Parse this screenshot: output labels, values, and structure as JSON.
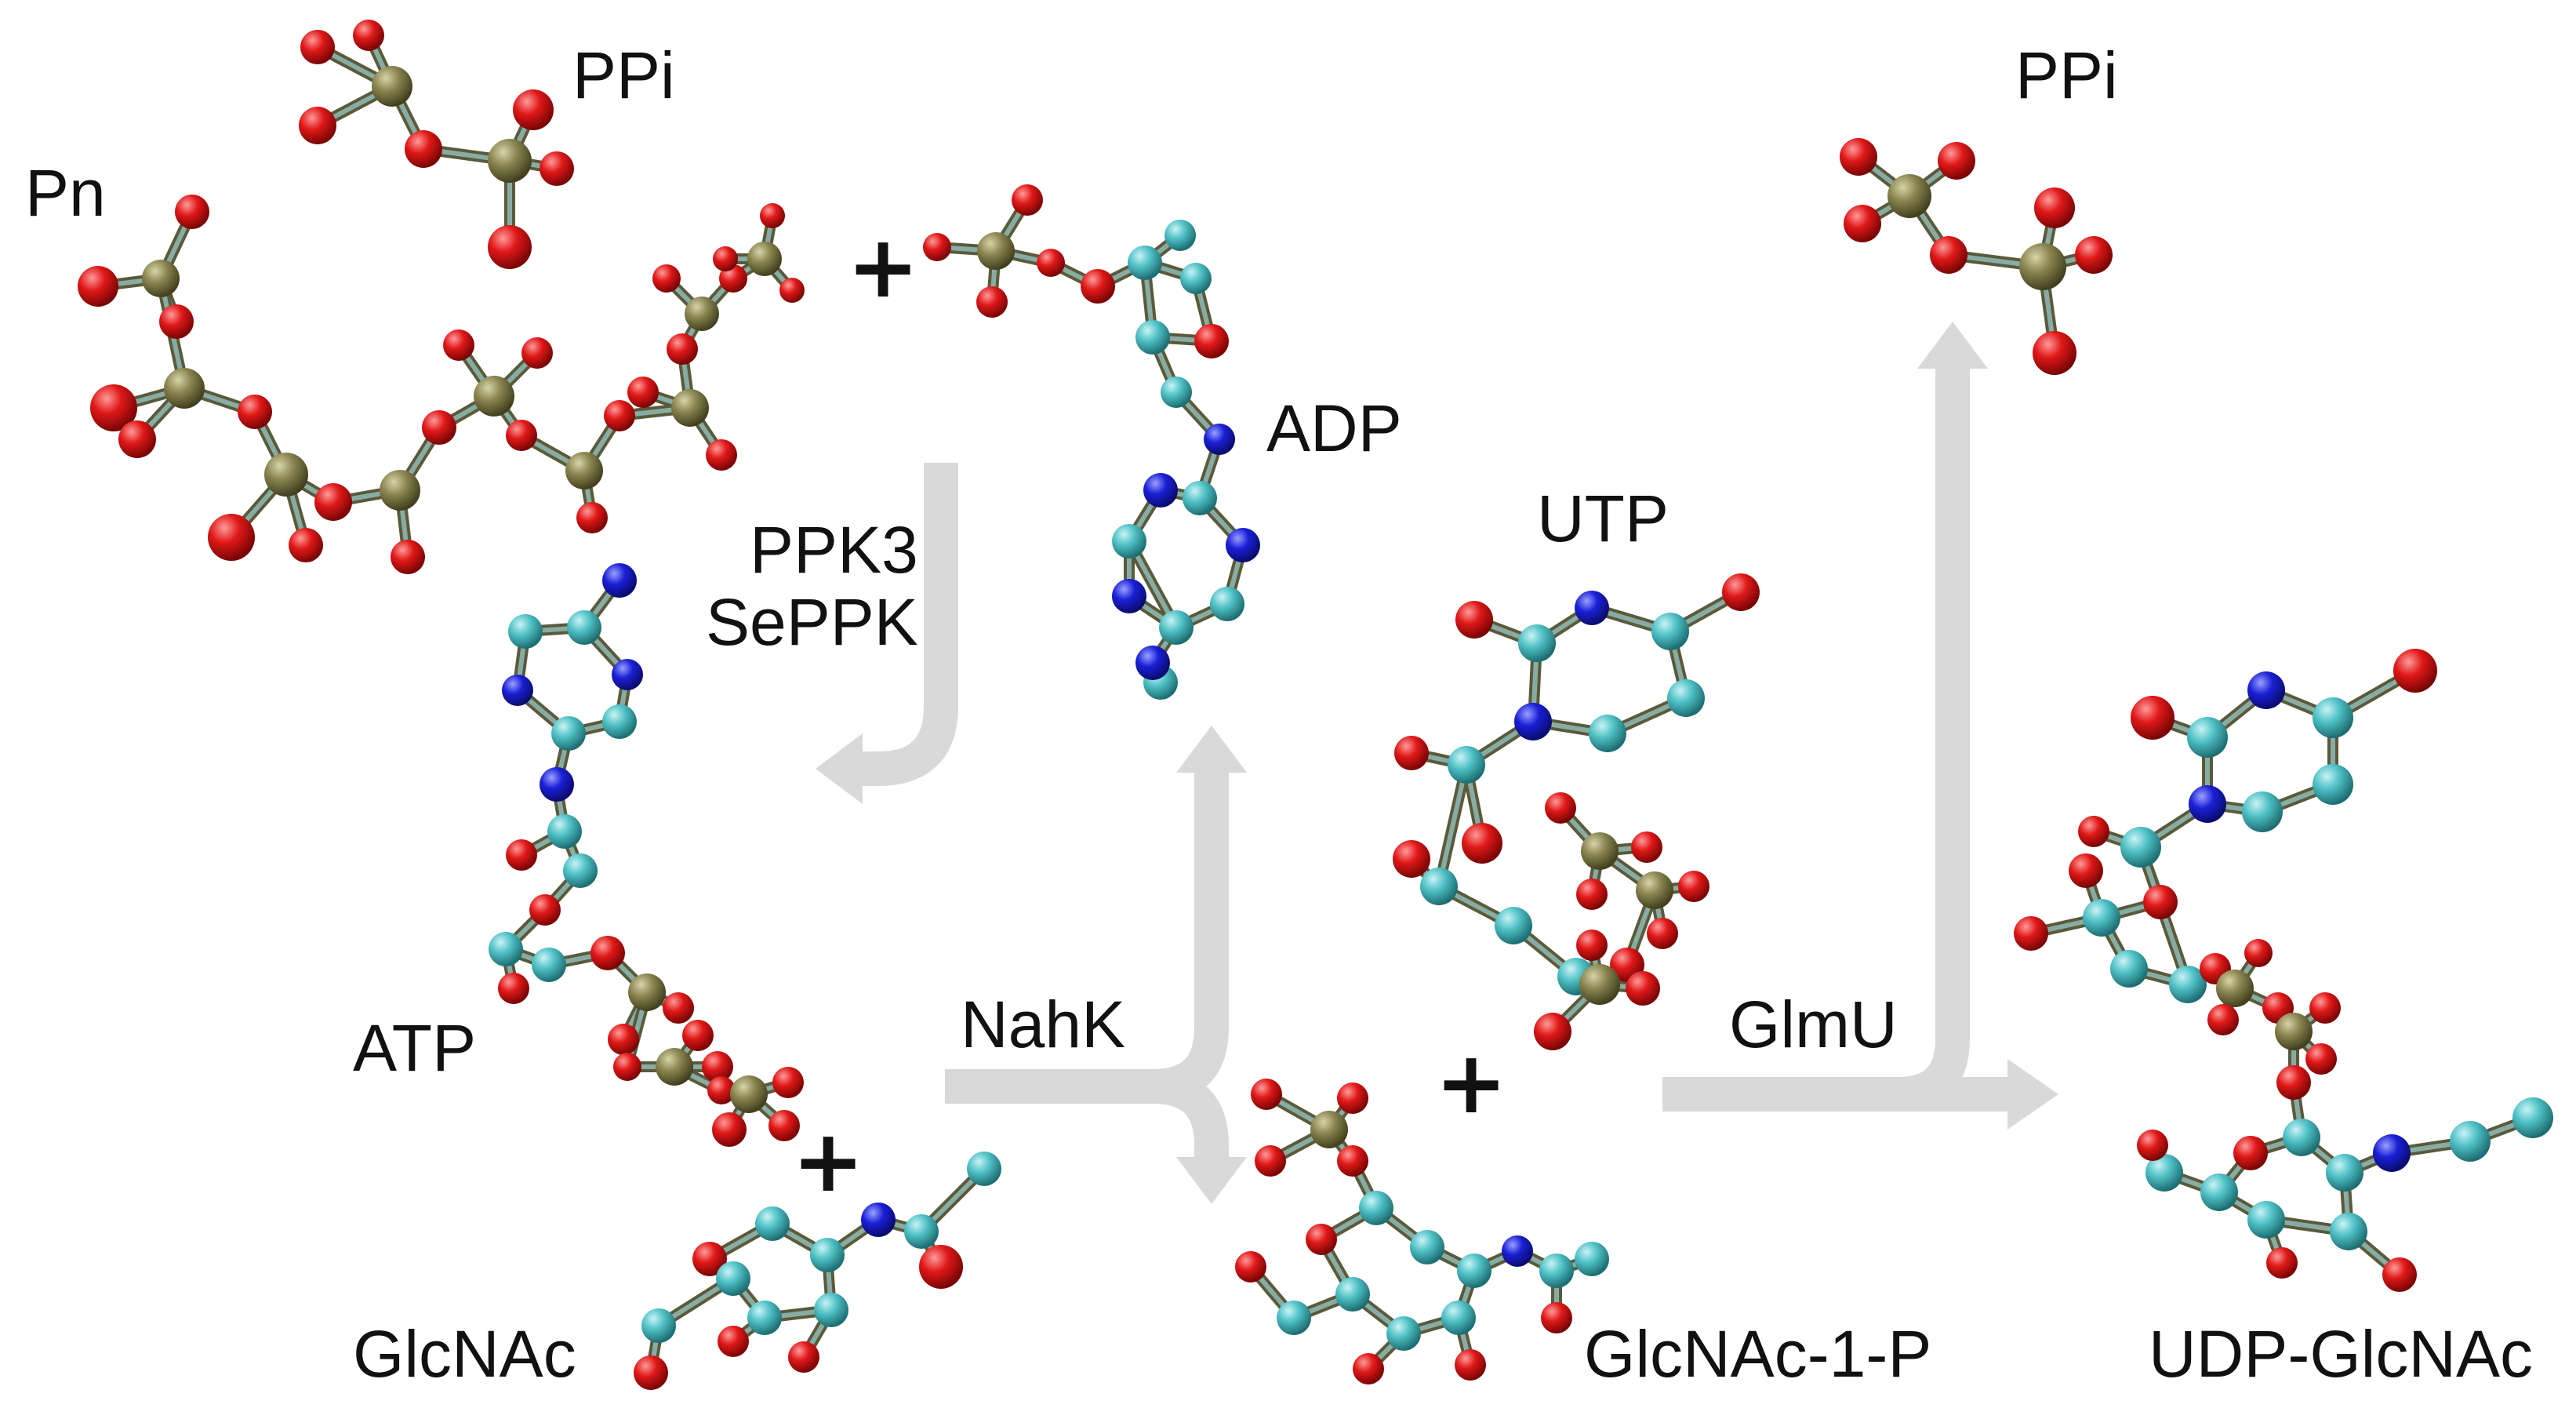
{
  "colors": {
    "background": "#ffffff",
    "arrow": "#d9d9d9",
    "carbon": "#4fc1c6",
    "oxygen": "#e01818",
    "nitrogen": "#1a1fd6",
    "phosphorus": "#8a8550",
    "bond_dark": "#5a5a3a"
  },
  "molecules": {
    "pn": "Pn",
    "ppi_left": "PPi",
    "adp": "ADP",
    "atp": "ATP",
    "utp": "UTP",
    "ppi_right": "PPi",
    "glcnac": "GlcNAc",
    "glcnac_1_p": "GlcNAc-1-P",
    "udp_glcnac": "UDP-GlcNAc"
  },
  "enzymes": {
    "ppk": "PPK3\nSePPK",
    "nahk": "NahK",
    "glmu": "GlmU"
  },
  "plus_sign": "+",
  "atom_legend_icons": [
    "carbon-atom-icon",
    "oxygen-atom-icon",
    "nitrogen-atom-icon",
    "phosphorus-atom-icon"
  ]
}
